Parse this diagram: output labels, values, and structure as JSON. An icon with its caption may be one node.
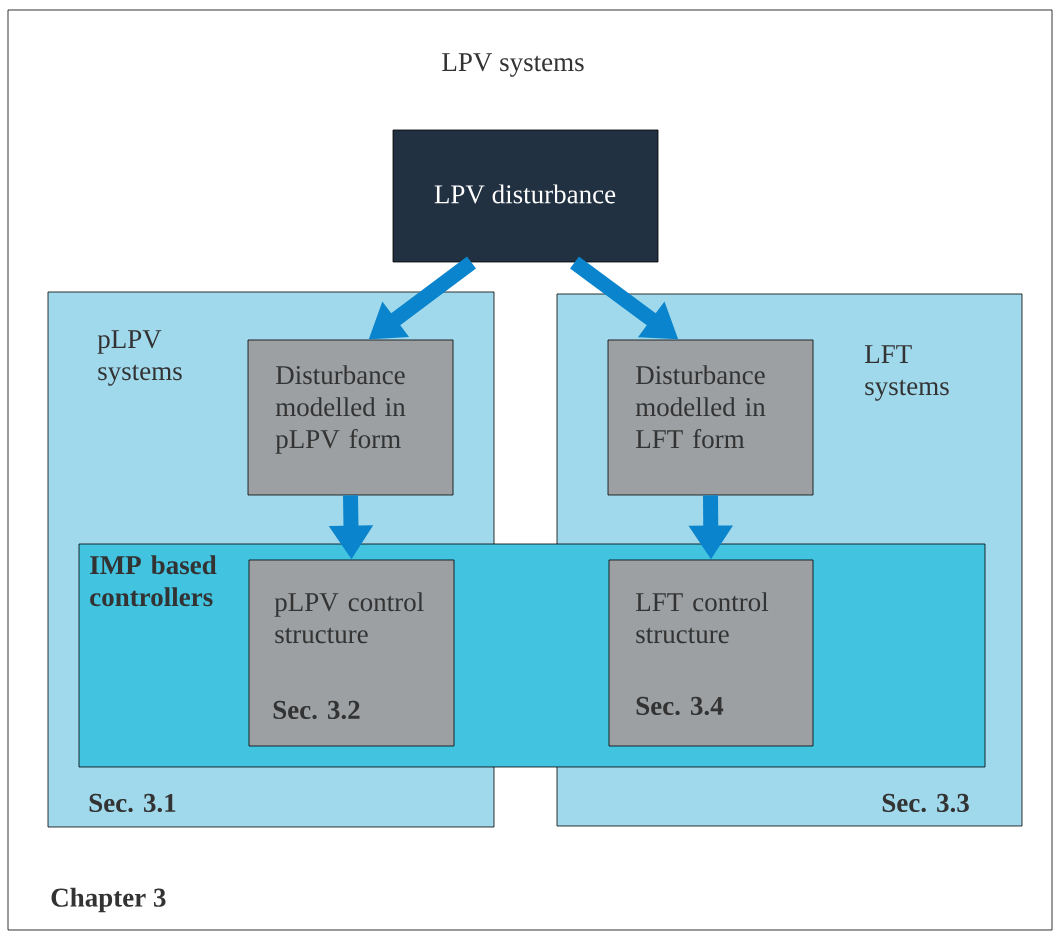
{
  "diagram": {
    "nodes": [
      {
        "text": [
          "LPV systems",
          "Chapter 3"
        ]
      },
      {
        "text": [
          "LPV disturbance"
        ],
        "in": 0
      },
      {
        "text": [
          "pLPV systems",
          "Sec. 3.1"
        ],
        "in": 0
      },
      {
        "text": [
          "LFT systems",
          "Sec. 3.3"
        ],
        "in": 0
      },
      {
        "text": [
          "Disturbance modelled in pLPV form"
        ],
        "in": 2
      },
      {
        "text": [
          "Disturbance modelled in LFT form"
        ],
        "in": 3
      },
      {
        "text": [
          "IMP based controllers"
        ],
        "in": 0
      },
      {
        "text": [
          "pLPV control structure",
          "Sec. 3.2"
        ]
      },
      {
        "text": [
          "LFT control structure",
          "Sec. 3.4"
        ]
      }
    ],
    "edges": [
      {
        "from": 1,
        "to": 4,
        "arrow": "to"
      },
      {
        "from": 1,
        "to": 5,
        "arrow": "to"
      },
      {
        "from": 4,
        "to": 7,
        "arrow": "to"
      },
      {
        "from": 5,
        "to": 8,
        "arrow": "to"
      }
    ]
  }
}
